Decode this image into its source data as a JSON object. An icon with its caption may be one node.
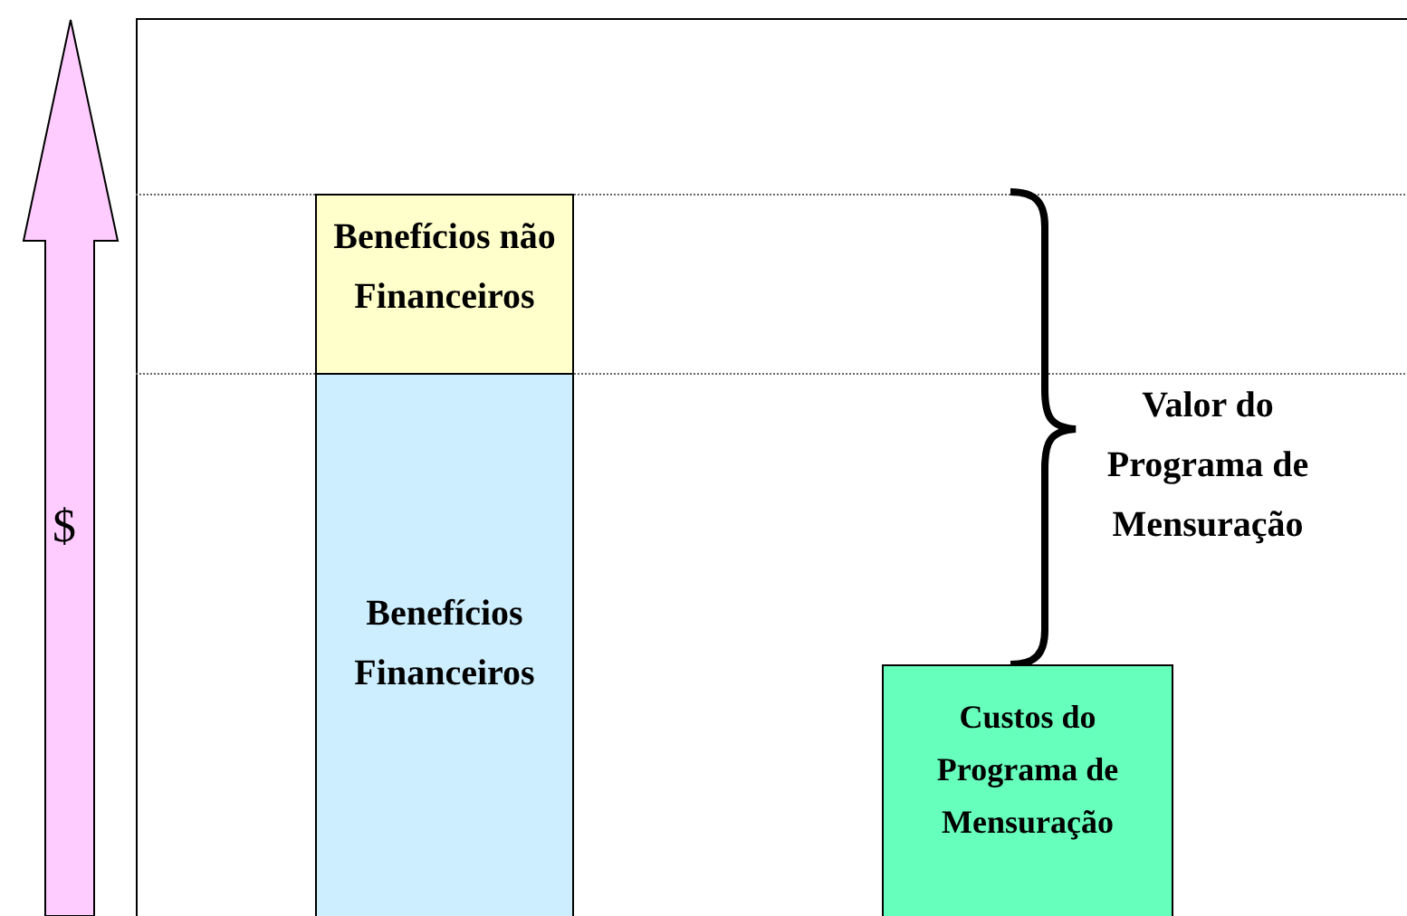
{
  "diagram": {
    "nodes": [
      {
        "text": [
          "$"
        ]
      },
      {
        "text": [
          "Benefícios não Financeiros"
        ]
      },
      {
        "text": [
          "Benefícios Financeiros"
        ]
      },
      {
        "text": [
          "Custos do Programa de Mensuração"
        ]
      }
    ],
    "edges": [],
    "labels": [
      "Valor do Programa de Mensuração"
    ]
  }
}
